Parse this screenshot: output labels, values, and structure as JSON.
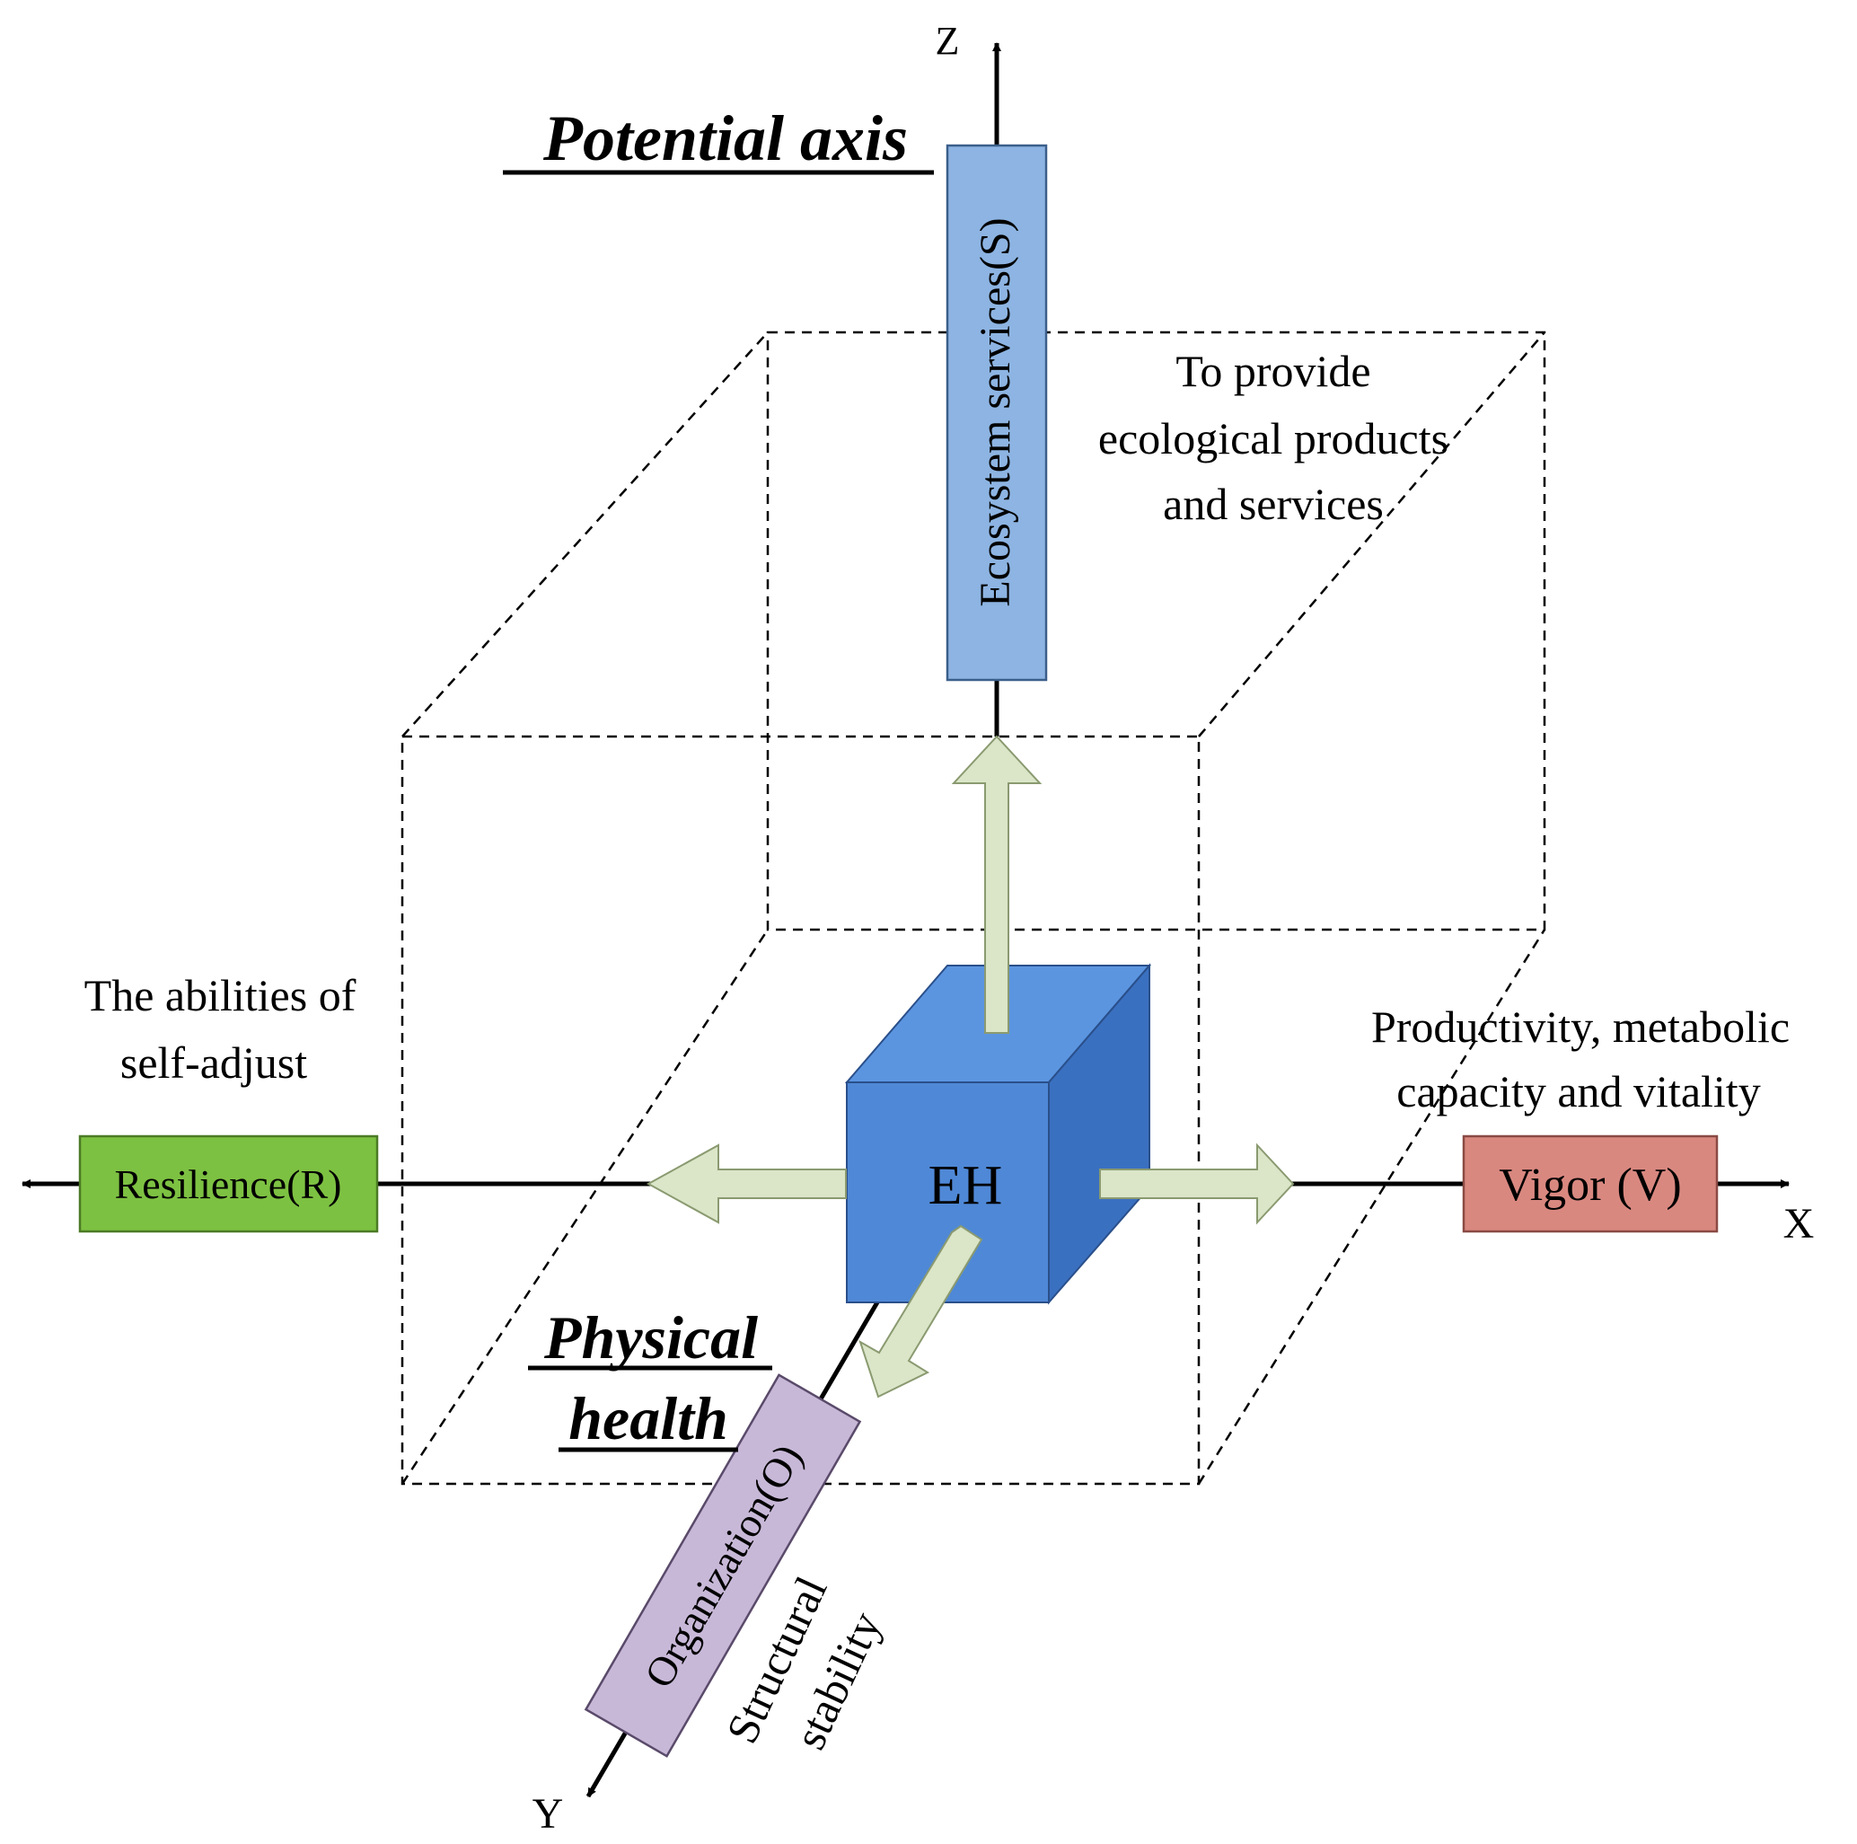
{
  "axes": {
    "z_label": "Z",
    "x_label": "X",
    "y_label": "Y"
  },
  "headings": {
    "potential_axis": "Potential axis",
    "physical_health_line1": "Physical",
    "physical_health_line2": "health"
  },
  "center": {
    "label": "EH"
  },
  "boxes": {
    "ecosystem_services": "Ecosystem services(S)",
    "resilience": "Resilience(R)",
    "vigor": "Vigor (V)",
    "organization": "Organization(O)"
  },
  "notes": {
    "provide_line1": "To provide",
    "provide_line2": "ecological products",
    "provide_line3": "and services",
    "abilities_line1": "The abilities of",
    "abilities_line2": "self-adjust",
    "productivity_line1": "Productivity, metabolic",
    "productivity_line2": "capacity and vitality",
    "structural_line1": "Structural",
    "structural_line2": "stability"
  },
  "colors": {
    "cube_front": "#4f88d6",
    "cube_top": "#5b95e0",
    "cube_side": "#3a70c0",
    "ecosystem_box": "#8db4e2",
    "resilience_box": "#7dc142",
    "vigor_box": "#d98880",
    "organization_box": "#c8b8d8",
    "arrow_fill": "#dbe5c8"
  }
}
